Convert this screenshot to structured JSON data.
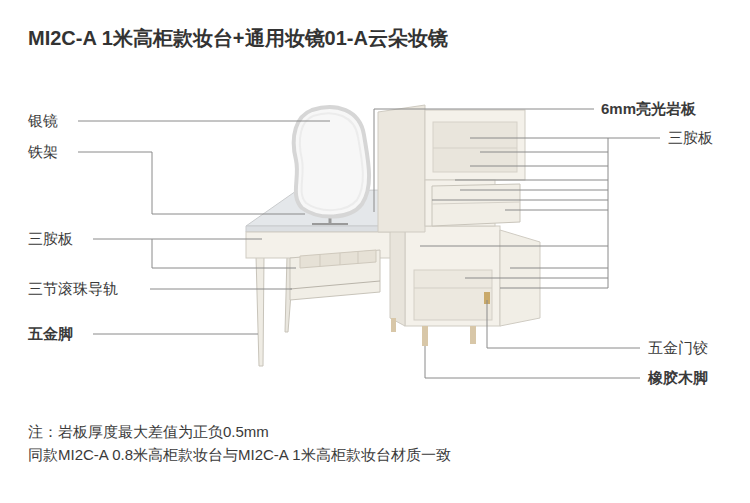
{
  "diagram": {
    "title": "MI2C-A 1米高柜款妆台+通用妆镜01-A云朵妆镜",
    "labels": [
      "银镜",
      "铁架",
      "三胺板",
      "三节滚珠导轨",
      "五金脚",
      "6mm亮光岩板",
      "三胺板",
      "五金门铰",
      "橡胶木脚",
      "注：岩板厚度最大差值为正负0.5mm",
      "同款MI2C-A 0.8米高柜款妆台与MI2C-A 1米高柜款妆台材质一致"
    ]
  }
}
